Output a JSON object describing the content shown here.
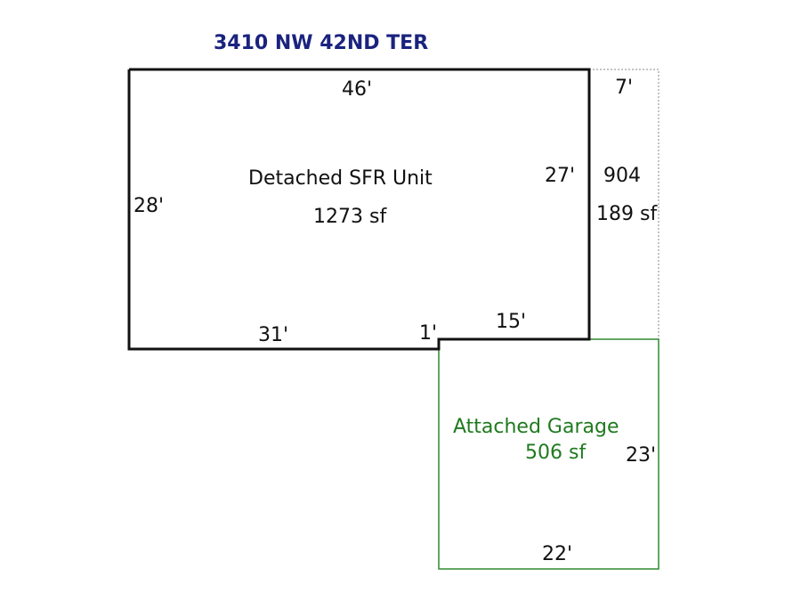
{
  "title": "3410 NW 42ND TER",
  "colors": {
    "title": "#1a237e",
    "house_outline": "#111111",
    "garage_outline": "#2e8b2e",
    "garage_text": "#1f7a1f",
    "dotted_outline": "#888888",
    "text": "#111111"
  },
  "house": {
    "name": "Detached SFR Unit",
    "area": "1273 sf",
    "dimensions": {
      "top": "46'",
      "left": "28'",
      "right": "27'",
      "bottom_left": "31'",
      "bottom_step": "1'",
      "bottom_right": "15'"
    }
  },
  "side_area": {
    "code": "904",
    "area": "189 sf",
    "width": "7'"
  },
  "garage": {
    "name": "Attached Garage",
    "area": "506 sf",
    "dimensions": {
      "right": "23'",
      "bottom": "22'"
    }
  }
}
